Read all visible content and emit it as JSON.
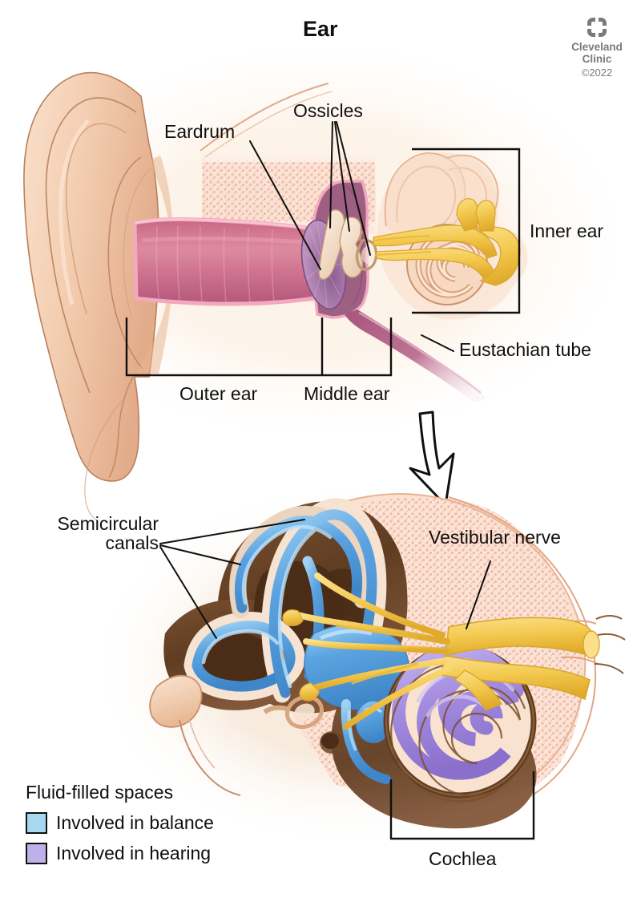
{
  "page": {
    "title": "Ear",
    "background_color": "#ffffff"
  },
  "brand": {
    "logo_icon": "cleveland-clinic-logo-icon",
    "line1": "Cleveland",
    "line2": "Clinic",
    "copyright": "©2022",
    "color": "#7a7a7a"
  },
  "upper_diagram": {
    "name": "cross-section-of-whole-ear",
    "labels": {
      "eardrum": "Eardrum",
      "ossicles": "Ossicles",
      "inner_ear": "Inner ear",
      "eustachian_tube": "Eustachian tube",
      "outer_ear": "Outer ear",
      "middle_ear": "Middle ear"
    }
  },
  "lower_diagram": {
    "name": "detail-of-inner-ear-labyrinth",
    "labels": {
      "semicircular_canals_line1": "Semicircular",
      "semicircular_canals_line2": "canals",
      "vestibular_nerve": "Vestibular nerve",
      "cochlea": "Cochlea"
    }
  },
  "legend": {
    "title": "Fluid-filled spaces",
    "items": [
      {
        "label": "Involved in balance",
        "color": "#a8d8f0"
      },
      {
        "label": "Involved in hearing",
        "color": "#beb0e8"
      }
    ]
  },
  "palette": {
    "skin_light": "#f7d9c2",
    "skin_mid": "#eec1a4",
    "skin_dark": "#dda888",
    "canal_pink": "#d4738d",
    "canal_pink_dark": "#a84f6c",
    "canal_rim": "#f2a9bd",
    "eardrum_purple": "#9d6ba0",
    "bone_cream": "#f6e2cf",
    "nerve_yellow": "#f3c94f",
    "bone_brown": "#6b4528",
    "fluid_blue": "#5ba3e0",
    "fluid_purple": "#a48ce0",
    "line_black": "#101010"
  }
}
